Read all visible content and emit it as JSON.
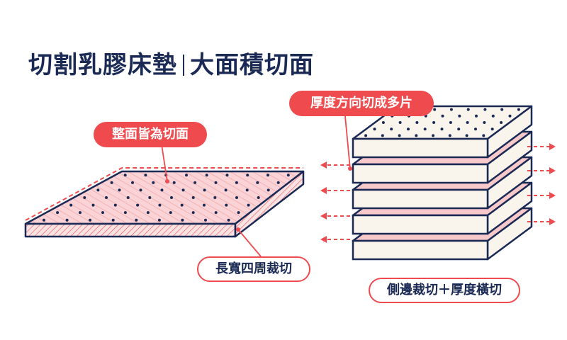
{
  "title": {
    "part1": "切割乳膠床墊",
    "part2": "大面積切面"
  },
  "labels": {
    "full_surface": "整面皆為切面",
    "edge_cut": "長寬四周裁切",
    "thickness_cut": "厚度方向切成多片",
    "side_cut": "側邊裁切＋厚度橫切"
  },
  "colors": {
    "navy": "#1b2a55",
    "red": "#ef4b4f",
    "pink": "#f8c9cb",
    "cream": "#faf5ec"
  }
}
